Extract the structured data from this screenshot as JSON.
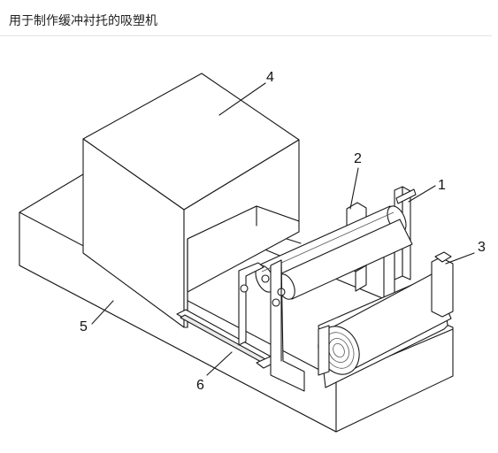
{
  "header": {
    "title": "用于制作缓冲衬托的吸塑机"
  },
  "diagram": {
    "callouts": [
      "1",
      "2",
      "3",
      "4",
      "5",
      "6"
    ]
  }
}
